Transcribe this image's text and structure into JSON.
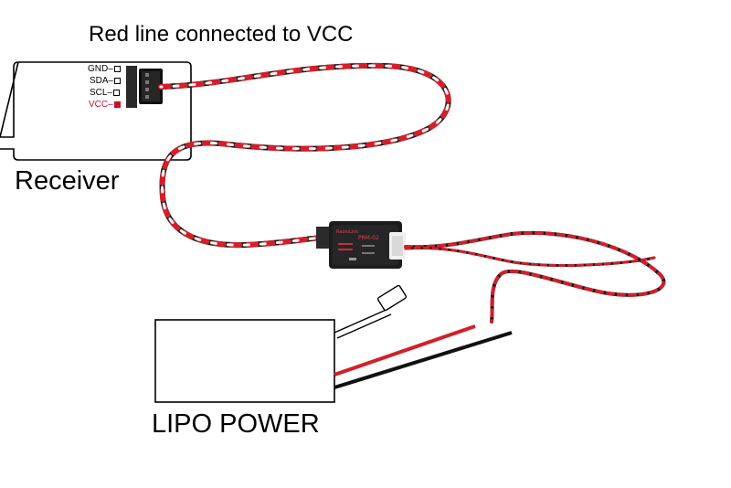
{
  "title": "Red line connected to VCC",
  "receiver": {
    "label": "Receiver",
    "pins": [
      "GND–",
      "SDA–",
      "SCL–",
      "VCC–"
    ]
  },
  "lipo": {
    "label": "LIPO POWER"
  },
  "module": {
    "brand": "RadioLink",
    "model": "PRM-02"
  },
  "colors": {
    "wire_red": "#d21f2b",
    "wire_black": "#1a1a1a",
    "wire_white": "#f4f4f4",
    "vcc_pin": "#c8102e",
    "module_body": "#1c1c1c",
    "module_text": "#e04050"
  }
}
